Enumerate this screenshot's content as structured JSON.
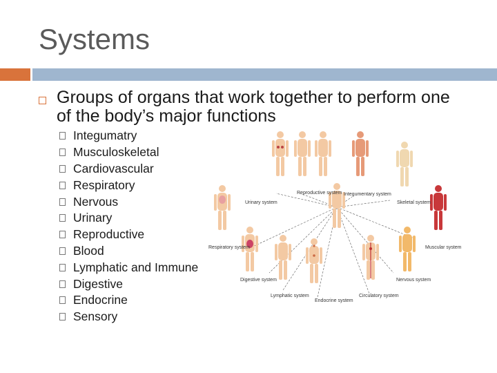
{
  "slide": {
    "title": "Systems",
    "main_bullet": "Groups of organs that work together to perform one of the body’s major functions",
    "sub_bullets": [
      "Integumatry",
      "Musculoskeletal",
      "Cardiovascular",
      "Respiratory",
      "Nervous",
      "Urinary",
      "Reproductive",
      "Blood",
      "Lymphatic and Immune",
      "Digestive",
      "Endocrine",
      "Sensory"
    ]
  },
  "figure": {
    "labels": {
      "urinary": "Urinary system",
      "reproductive": "Reproductive system",
      "integumentary": "Integumentary system",
      "skeletal": "Skeletal system",
      "respiratory": "Respiratory system",
      "muscular": "Muscular system",
      "digestive": "Digestive system",
      "nervous": "Nervous system",
      "lymphatic": "Lymphatic system",
      "endocrine": "Endocrine system",
      "circulatory": "Circulatory system"
    }
  },
  "colors": {
    "accent_orange": "#d9733b",
    "accent_blue": "#9fb6cf",
    "title_gray": "#5a5a5a"
  }
}
